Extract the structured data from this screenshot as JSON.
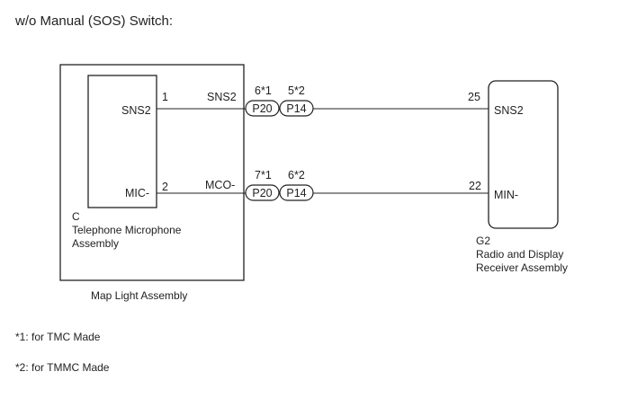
{
  "title": "w/o Manual (SOS) Switch:",
  "map_light": {
    "label": "Map Light Assembly"
  },
  "microphone": {
    "code": "C",
    "name_line1": "Telephone Microphone",
    "name_line2": "Assembly",
    "pins": [
      {
        "label": "SNS2",
        "number": "1"
      },
      {
        "label": "MIC-",
        "number": "2"
      }
    ]
  },
  "wires": [
    {
      "wire_label": "SNS2",
      "conn1_note": "6*1",
      "conn1": "P20",
      "conn2_note": "5*2",
      "conn2": "P14",
      "dest_pin": "25",
      "dest_label": "SNS2"
    },
    {
      "wire_label": "MCO-",
      "conn1_note": "7*1",
      "conn1": "P20",
      "conn2_note": "6*2",
      "conn2": "P14",
      "dest_pin": "22",
      "dest_label": "MIN-"
    }
  ],
  "receiver": {
    "code": "G2",
    "name_line1": "Radio and Display",
    "name_line2": "Receiver Assembly"
  },
  "footnotes": [
    "*1: for TMC Made",
    "*2: for TMMC Made"
  ]
}
